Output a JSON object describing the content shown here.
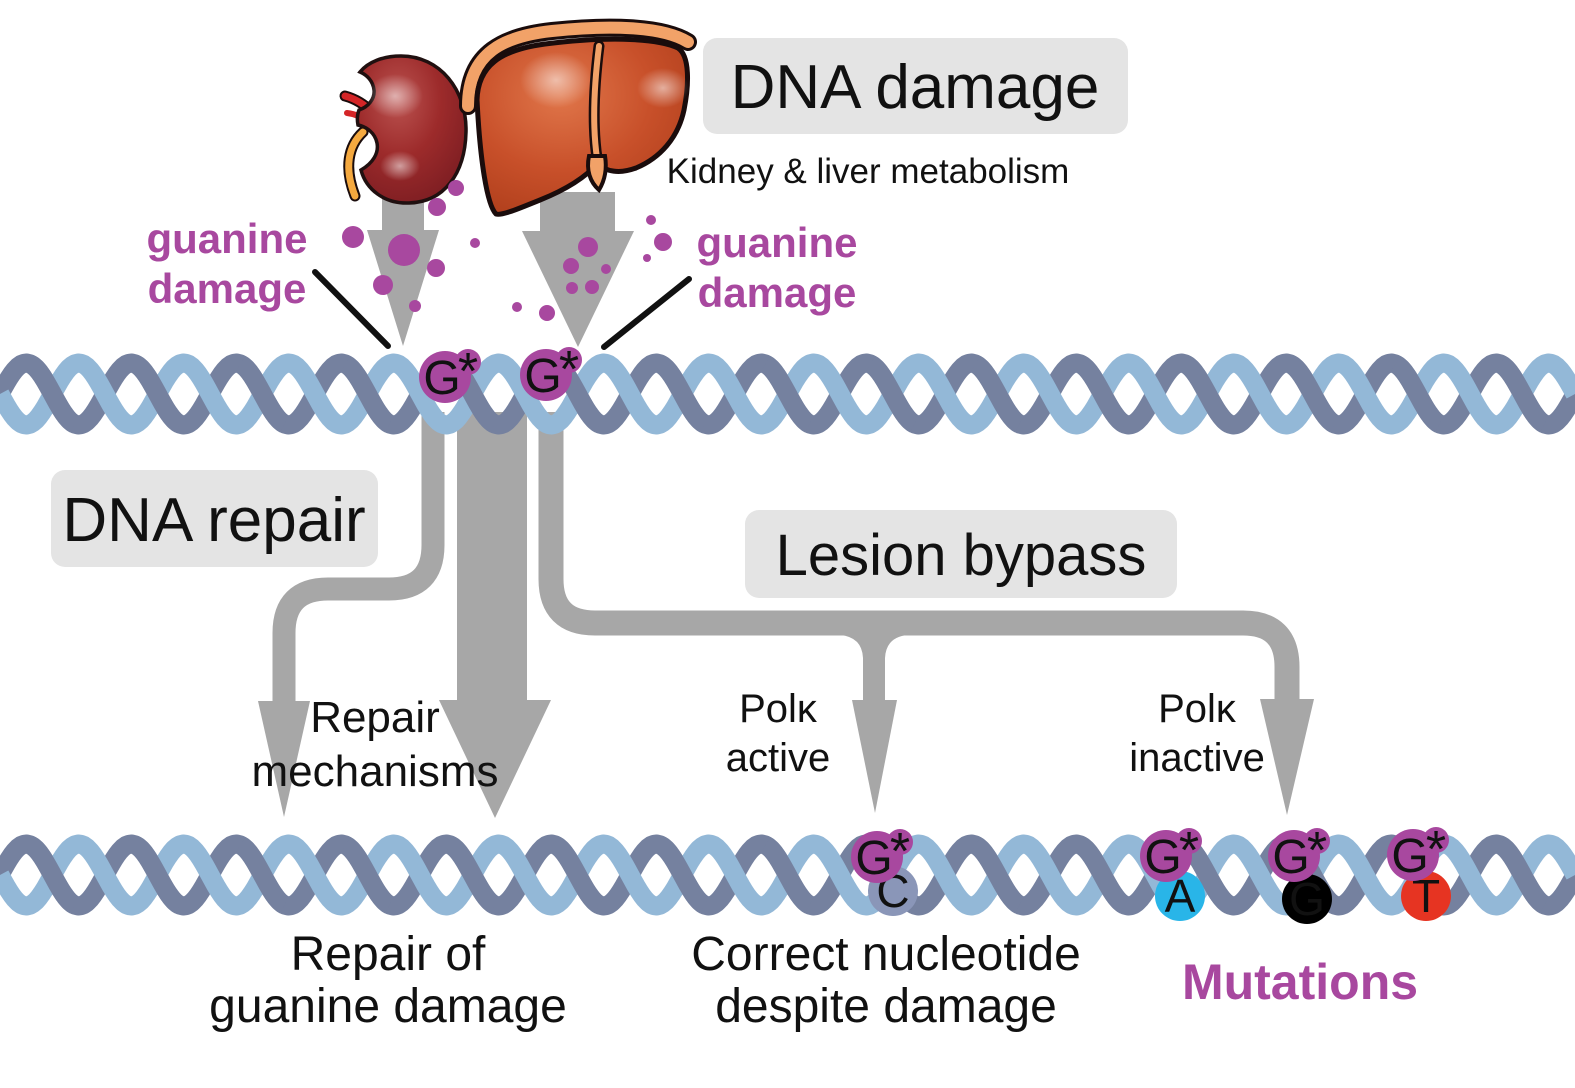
{
  "labels": {
    "dna_damage": "DNA damage",
    "kidney_liver_metabolism": "Kidney & liver metabolism",
    "guanine_damage": {
      "line1": "guanine",
      "line2": "damage"
    },
    "dna_repair": "DNA repair",
    "lesion_bypass": "Lesion bypass",
    "repair_mechanisms": {
      "line1": "Repair",
      "line2": "mechanisms"
    },
    "polk_active": {
      "line1": "Polκ",
      "line2": "active"
    },
    "polk_inactive": {
      "line1": "Polκ",
      "line2": "inactive"
    },
    "repair_of_guanine": {
      "line1": "Repair of",
      "line2": "guanine damage"
    },
    "correct_nucleotide": {
      "line1": "Correct nucleotide",
      "line2": "despite damage"
    },
    "mutations": "Mutations"
  },
  "dna": {
    "damaged_base": "G",
    "damage_mark": "*",
    "correct_pairing": {
      "damaged": "G*",
      "inserted": "C"
    },
    "mutation_pairings": [
      {
        "damaged": "G*",
        "inserted": "A"
      },
      {
        "damaged": "G*",
        "inserted": "G"
      },
      {
        "damaged": "G*",
        "inserted": "T"
      }
    ]
  },
  "colors": {
    "accent_purple": "#a8489f",
    "arrow_gray": "#a7a7a7",
    "label_box_gray": "#e4e4e4",
    "strand_light_blue": "#93b8d7",
    "strand_slate_blue": "#75819f",
    "base_c_circle": "#8a96b8",
    "base_a_circle": "#29b5e8",
    "base_g_circle": "#000000",
    "base_t_circle": "#e63422"
  }
}
